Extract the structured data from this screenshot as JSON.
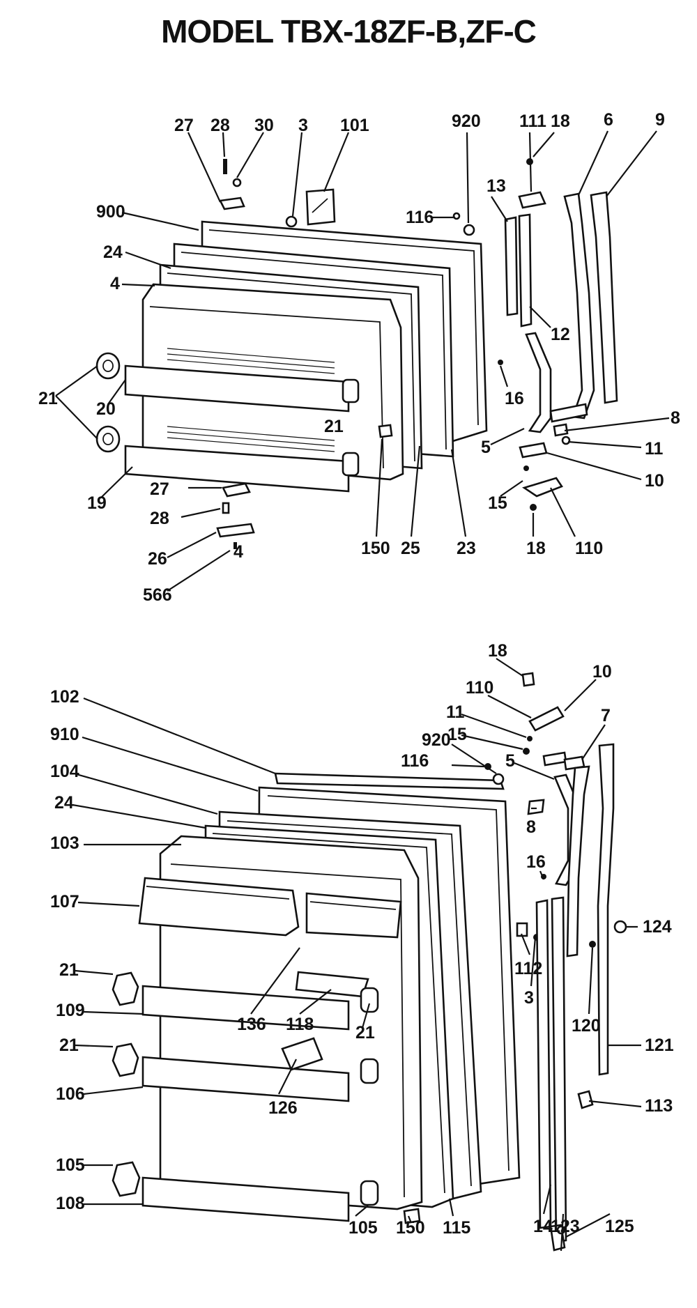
{
  "title": "MODEL TBX-18ZF-B,ZF-C",
  "top_labels": {
    "l27": "27",
    "l28": "28",
    "l30": "30",
    "l3": "3",
    "l101": "101",
    "l920": "920",
    "l111": "111",
    "l18a": "18",
    "l6": "6",
    "l9": "9",
    "l900": "900",
    "l116": "116",
    "l13": "13",
    "l24": "24",
    "l4": "4",
    "l12": "12",
    "l16": "16",
    "l21a": "21",
    "l20": "20",
    "l21b": "21",
    "l8": "8",
    "l11": "11",
    "l5": "5",
    "l10": "10",
    "l15": "15",
    "l19": "19",
    "l27b": "27",
    "l28b": "28",
    "l26": "26",
    "l566": "566",
    "l150": "150",
    "l25": "25",
    "l23": "23",
    "l18b": "18",
    "l110": "110",
    "l4b": "4"
  },
  "bottom_labels": {
    "l18": "18",
    "l110": "110",
    "l10": "10",
    "l11": "11",
    "l7": "7",
    "l15": "15",
    "l102": "102",
    "l920": "920",
    "l910": "910",
    "l116": "116",
    "l5": "5",
    "l104": "104",
    "l8": "8",
    "l24": "24",
    "l103": "103",
    "l16": "16",
    "l107": "107",
    "l124": "124",
    "l112": "112",
    "l21a": "21",
    "l3": "3",
    "l109": "109",
    "l136": "136",
    "l118": "118",
    "l21b": "21",
    "l120": "120",
    "l121": "121",
    "l21c": "21",
    "l106": "106",
    "l126": "126",
    "l113": "113",
    "l105a": "105",
    "l108": "108",
    "l105b": "105",
    "l150": "150",
    "l115": "115",
    "l14": "14",
    "l123": "123",
    "l125": "125"
  }
}
